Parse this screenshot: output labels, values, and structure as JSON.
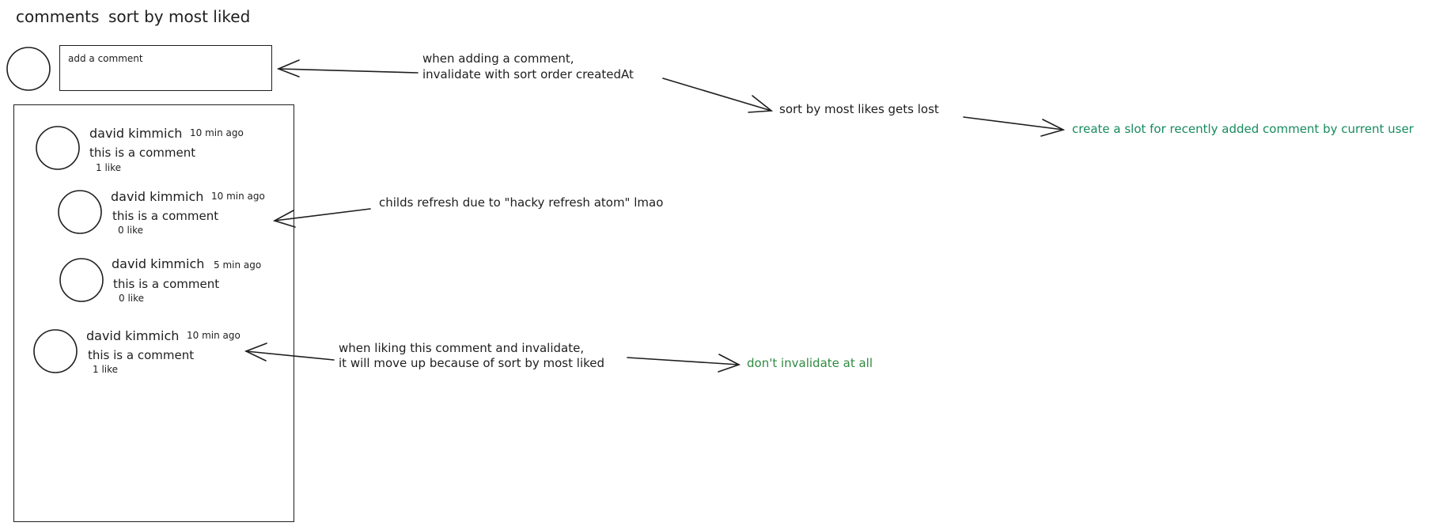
{
  "header": {
    "title": "comments",
    "sort_label": "sort by most liked"
  },
  "composer": {
    "placeholder": "add a comment"
  },
  "comments": [
    {
      "author": "david kimmich",
      "time": "10 min ago",
      "text": "this is a comment",
      "likes": "1 like"
    },
    {
      "author": "david kimmich",
      "time": "10 min ago",
      "text": "this is a comment",
      "likes": "0 like"
    },
    {
      "author": "david kimmich",
      "time": "5 min ago",
      "text": "this is a comment",
      "likes": "0 like"
    },
    {
      "author": "david kimmich",
      "time": "10 min ago",
      "text": "this is a comment",
      "likes": "1 like"
    }
  ],
  "annotations": {
    "add_comment_line1": "when adding a comment,",
    "add_comment_line2": "invalidate with sort order createdAt",
    "sort_lost": "sort by most likes gets lost",
    "slot_solution": "create a slot for recently added comment by current user",
    "childs_refresh": "childs refresh due to \"hacky refresh atom\" lmao",
    "like_line1": "when liking this comment and invalidate,",
    "like_line2": "it will move up because of sort by most liked",
    "dont_invalidate": "don't invalidate at all"
  },
  "colors": {
    "ink": "#1e1e1e",
    "green": "#2f8a3f",
    "teal": "#168b5e"
  }
}
